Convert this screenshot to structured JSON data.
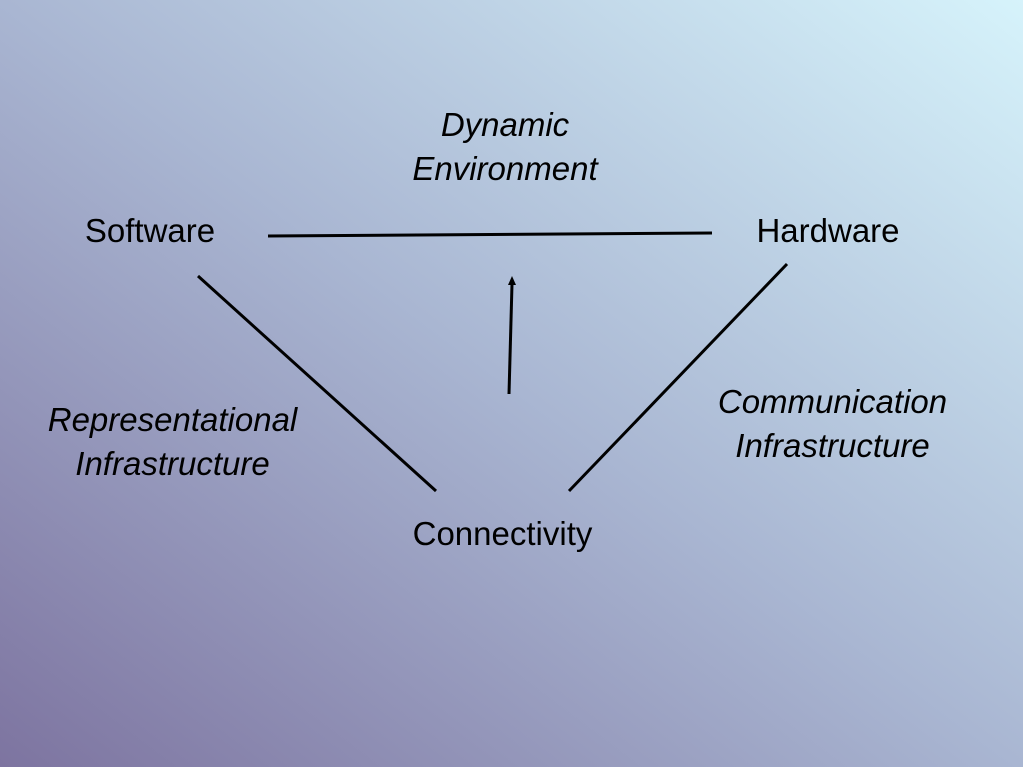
{
  "nodes": {
    "software": "Software",
    "hardware": "Hardware",
    "connectivity": "Connectivity"
  },
  "edges": {
    "top": {
      "line1": "Dynamic",
      "line2": "Environment"
    },
    "left": {
      "line1": "Representational",
      "line2": "Infrastructure"
    },
    "right": {
      "line1": "Communication",
      "line2": "Infrastructure"
    }
  },
  "colors": {
    "background_dark": "#7d74a0",
    "background_light": "#d6f3fb",
    "line": "#000000"
  }
}
